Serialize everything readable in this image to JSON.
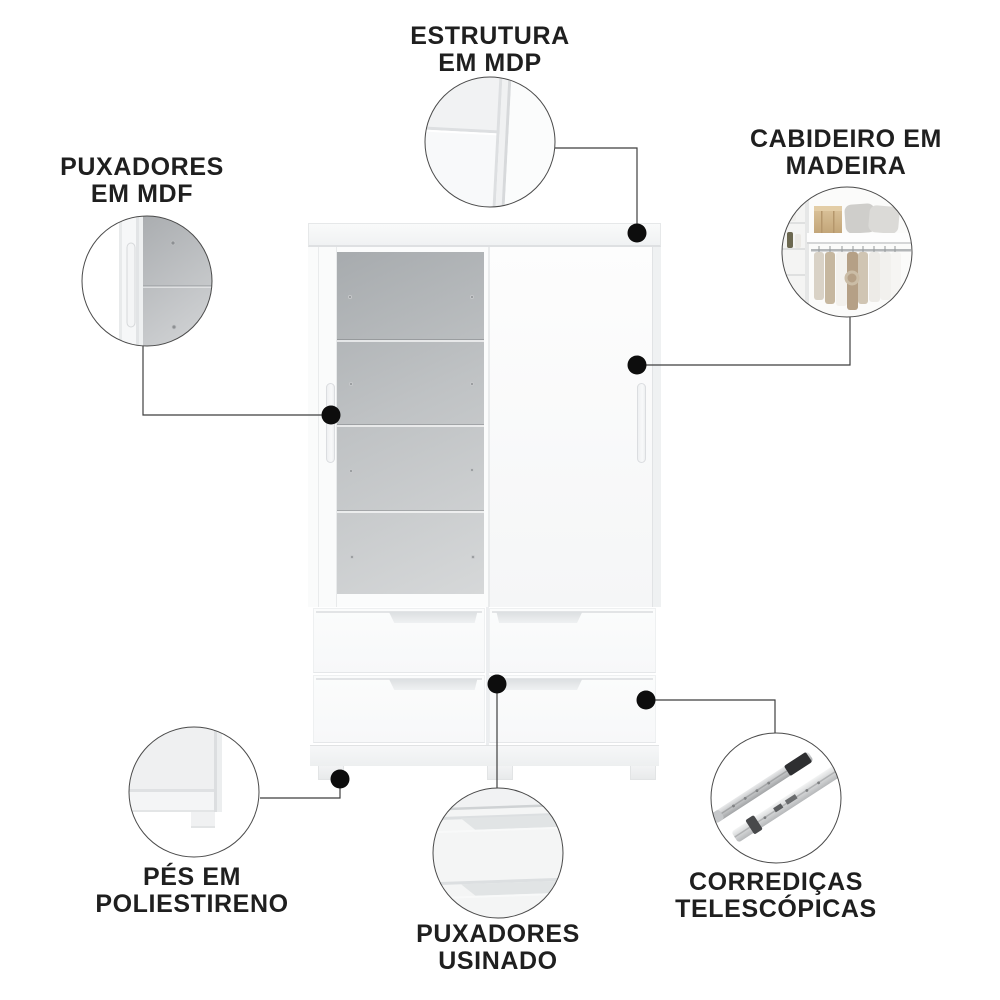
{
  "diagram": {
    "type": "product-feature-callout-diagram",
    "callouts": [
      {
        "id": "estrutura-em-mdp",
        "lines": [
          "ESTRUTURA",
          "EM MDP"
        ],
        "detail_icon": "wardrobe-top-corner-detail"
      },
      {
        "id": "cabideiro-em-madeira",
        "lines": [
          "CABIDEIRO EM",
          "MADEIRA"
        ],
        "detail_icon": "closet-interior-hangers-photo"
      },
      {
        "id": "puxadores-em-mdf",
        "lines": [
          "PUXADORES",
          "EM MDF"
        ],
        "detail_icon": "door-handle-and-mirror-detail"
      },
      {
        "id": "pes-em-poliestireno",
        "lines": [
          "PÉS EM",
          "POLIESTIRENO"
        ],
        "detail_icon": "furniture-foot-detail"
      },
      {
        "id": "puxadores-usinado",
        "lines": [
          "PUXADORES",
          "USINADO"
        ],
        "detail_icon": "routed-drawer-handle-detail"
      },
      {
        "id": "corredicas-telescopicas",
        "lines": [
          "CORREDIÇAS",
          "TELESCÓPICAS"
        ],
        "detail_icon": "telescopic-drawer-slides-photo"
      }
    ],
    "colors": {
      "background": "#ffffff",
      "label_text": "#1f1f1f",
      "connector_line": "#3f3f3f",
      "marker_dot": "#0d0d0d",
      "circle_outline": "#4a4a4a",
      "mirror_gray": "#b4b8bb",
      "wood_box": "#cdb186",
      "furniture_white": "#f8f9fa"
    }
  }
}
